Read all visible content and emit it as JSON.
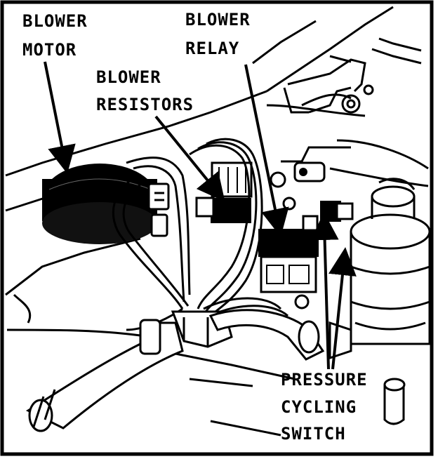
{
  "figure": {
    "labels": {
      "blower_motor": [
        "BLOWER",
        "MOTOR"
      ],
      "blower_relay": [
        "BLOWER",
        "RELAY"
      ],
      "blower_resistors": [
        "BLOWER",
        "RESISTORS"
      ],
      "pressure_cycling_switch": [
        "PRESSURE",
        "CYCLING",
        "SWITCH"
      ]
    },
    "colors": {
      "ink": "#000000",
      "paper": "#ffffff"
    }
  }
}
